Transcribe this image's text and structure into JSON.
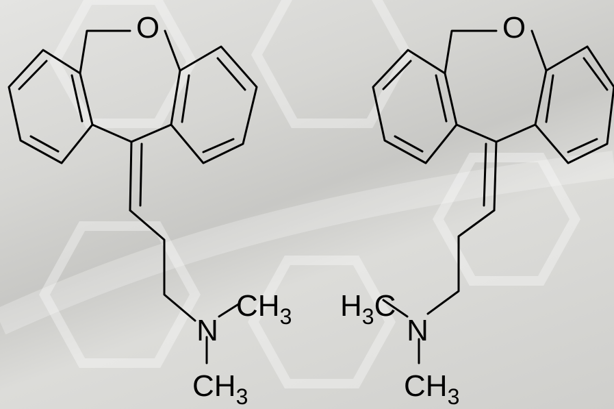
{
  "molecules": [
    {
      "oxygen": "O",
      "nitrogen": "N",
      "methyl_a_main": "CH",
      "methyl_a_sub": "3",
      "methyl_b_main": "CH",
      "methyl_b_sub": "3"
    },
    {
      "oxygen": "O",
      "nitrogen": "N",
      "methyl_left_h": "H",
      "methyl_left_sub": "3",
      "methyl_left_c": "C",
      "methyl_b_main": "CH",
      "methyl_b_sub": "3"
    }
  ]
}
